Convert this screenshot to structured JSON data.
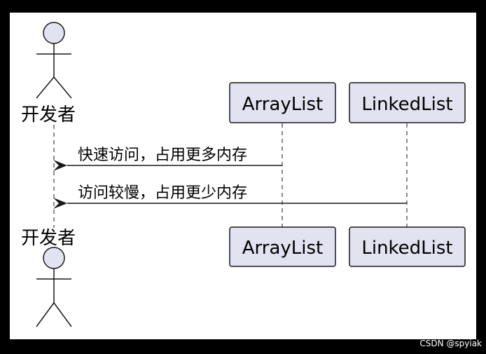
{
  "colors": {
    "frame": "#000000",
    "paper": "#ffffff",
    "participant_fill": "#e2e2f0",
    "participant_stroke": "#181818",
    "lifeline": "#181818",
    "message": "#181818",
    "watermark": "#ffffff"
  },
  "participants": [
    {
      "id": "developer",
      "kind": "actor",
      "label": "开发者"
    },
    {
      "id": "arraylist",
      "kind": "box",
      "label": "ArrayList"
    },
    {
      "id": "linkedlist",
      "kind": "box",
      "label": "LinkedList"
    }
  ],
  "messages": [
    {
      "from": "arraylist",
      "to": "developer",
      "label": "快速访问，占用更多内存"
    },
    {
      "from": "linkedlist",
      "to": "developer",
      "label": "访问较慢，占用更少内存"
    }
  ],
  "watermark": "CSDN @spyiak"
}
